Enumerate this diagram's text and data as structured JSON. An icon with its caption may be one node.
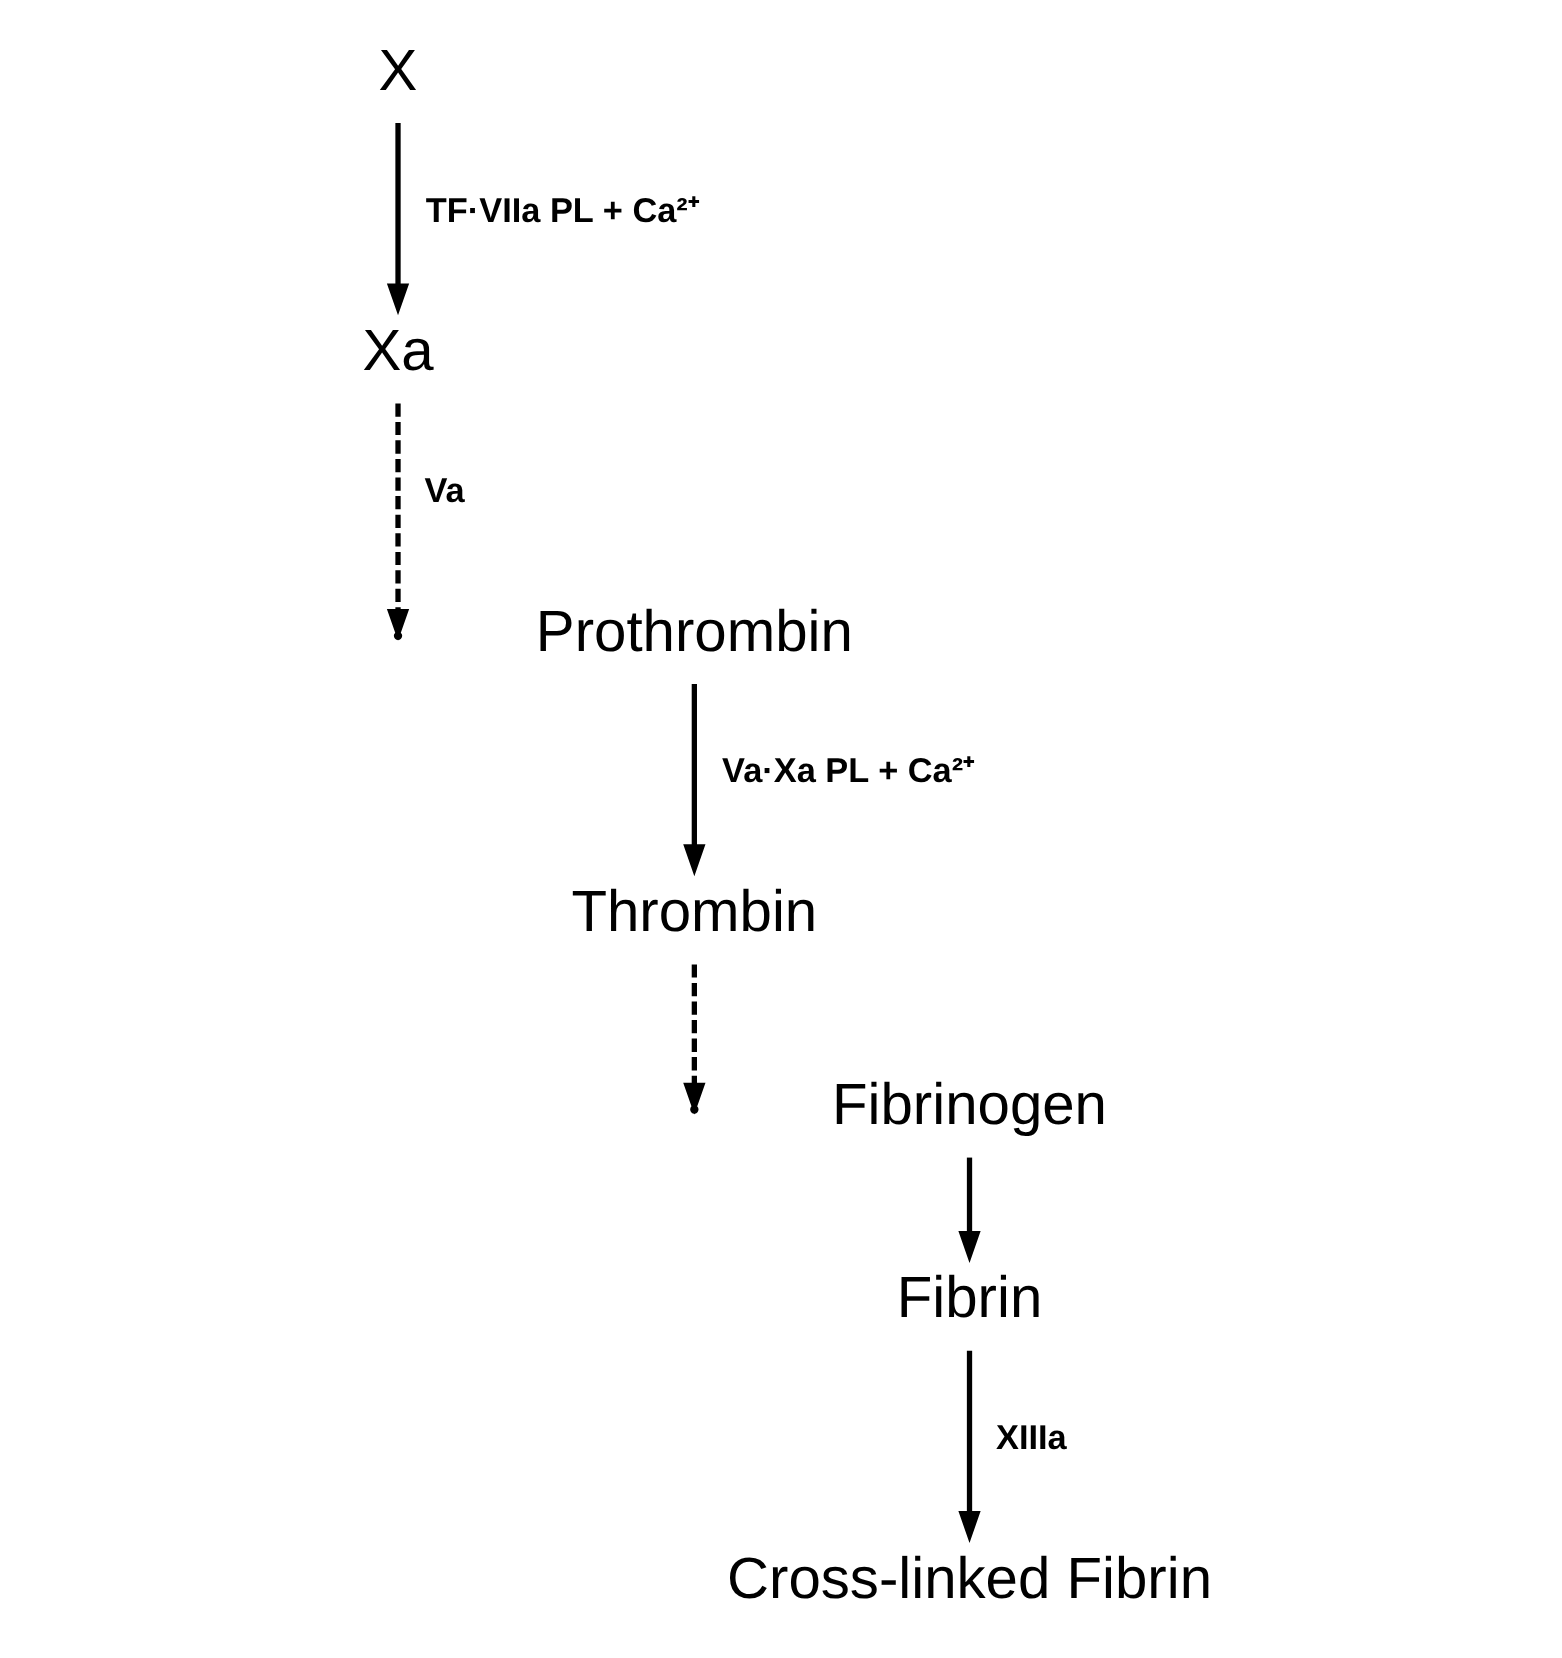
{
  "diagram": {
    "nodes": [
      {
        "text": [
          "X"
        ]
      },
      {
        "text": [
          "Xa"
        ]
      },
      {
        "text": [
          "Prothrombin"
        ]
      },
      {
        "text": [
          "Thrombin"
        ]
      },
      {
        "text": [
          "Fibrinogen"
        ]
      },
      {
        "text": [
          "Fibrin"
        ]
      },
      {
        "text": [
          "Cross-linked Fibrin"
        ]
      }
    ],
    "edges": [
      {
        "from": 0,
        "to": 1,
        "arrow": "to",
        "label": "TF·VIIa PL + Ca²⁺"
      },
      {
        "from": 1,
        "to": null,
        "arrow": "to",
        "label": "Va",
        "style": "dashed"
      },
      {
        "from": 2,
        "to": 3,
        "arrow": "to",
        "label": "Va·Xa PL + Ca²⁺"
      },
      {
        "from": 3,
        "to": null,
        "arrow": "to",
        "style": "dashed"
      },
      {
        "from": 4,
        "to": 5,
        "arrow": "to"
      },
      {
        "from": 5,
        "to": 6,
        "arrow": "to",
        "label": "XIIIa"
      }
    ]
  }
}
